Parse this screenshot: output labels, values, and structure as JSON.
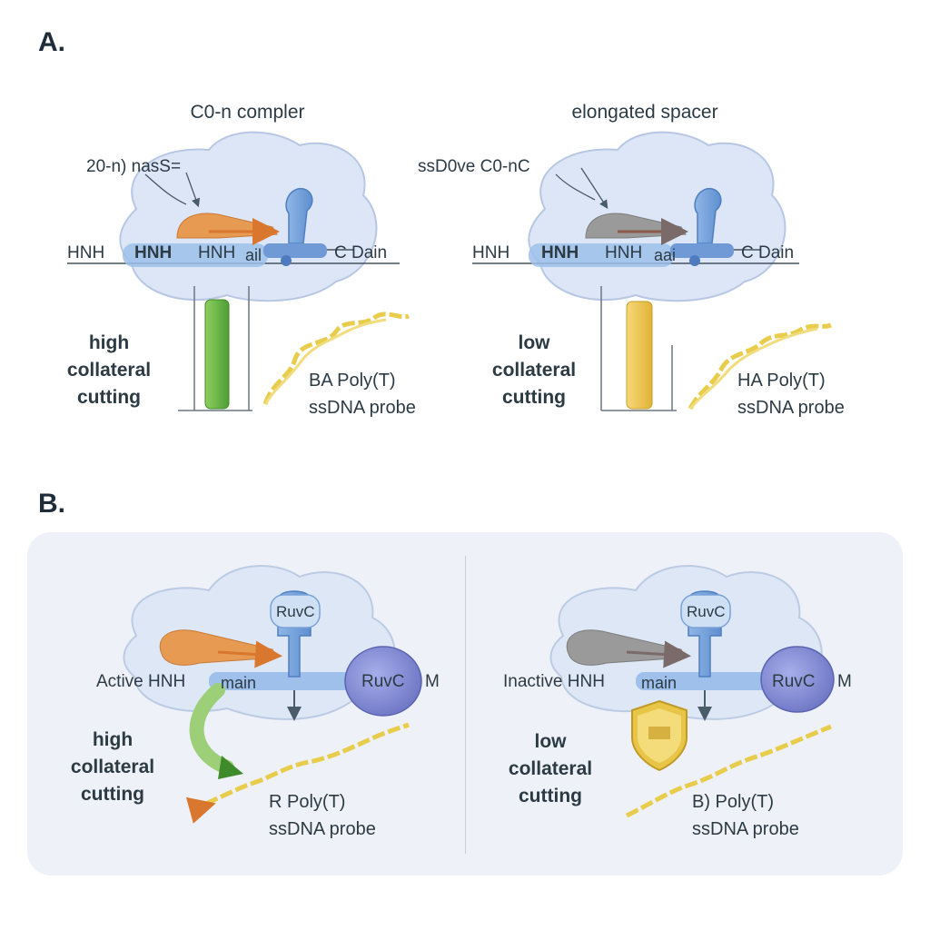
{
  "panel_a": {
    "letter": "A.",
    "left": {
      "title": "C0-n compler",
      "annotation": "20-n) nasS=",
      "domain_labels": [
        "HNH",
        "HNH",
        "HNH",
        "ail",
        "C Dain"
      ],
      "cutting": [
        "high",
        "collateral",
        "cutting"
      ],
      "probe": [
        "BA Poly(T)",
        "ssDNA probe"
      ],
      "tube_color": "#6fbf4a"
    },
    "right": {
      "title": "elongated spacer",
      "annotation": "ssD0ve C0-nC",
      "domain_labels": [
        "HNH",
        "HNH",
        "HNH",
        "aai",
        "C Dain"
      ],
      "cutting": [
        "low",
        "collateral",
        "cutting"
      ],
      "probe": [
        "HA Poly(T)",
        "ssDNA probe"
      ],
      "tube_color": "#f0c64a"
    }
  },
  "panel_b": {
    "letter": "B.",
    "left": {
      "ruvc_top": "RuvC",
      "hnh_label": "Active HNH",
      "hnh_suffix": "main",
      "ruvc_side": "RuvC",
      "side_suffix": "M",
      "cutting": [
        "high",
        "collateral",
        "cutting"
      ],
      "probe": [
        "R Poly(T)",
        "ssDNA probe"
      ]
    },
    "right": {
      "ruvc_top": "RuvC",
      "hnh_label": "Inactive HNH",
      "hnh_suffix": "main",
      "ruvc_side": "RuvC",
      "side_suffix": "M",
      "cutting": [
        "low",
        "collateral",
        "cutting"
      ],
      "probe": [
        "B) Poly(T)",
        "ssDNA probe"
      ]
    }
  },
  "colors": {
    "blob_fill": "#dce6f6",
    "blob_stroke": "#b7c7e3",
    "active_hnh": "#e79a52",
    "inactive_hnh": "#9a9a9a",
    "ruvc_domain": "#7d86cf",
    "dna_probe": "#e8cc4c",
    "shield": "#e8c547"
  }
}
